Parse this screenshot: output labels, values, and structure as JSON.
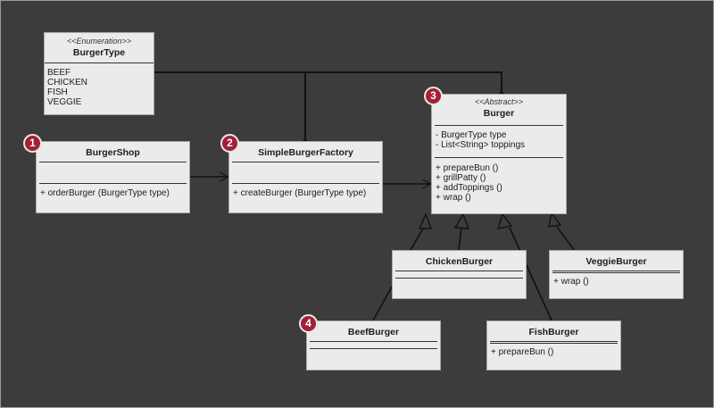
{
  "classes": {
    "burger_type": {
      "stereotype": "<<Enumeration>>",
      "name": "BurgerType",
      "values": [
        "BEEF",
        "CHICKEN",
        "FISH",
        "VEGGIE"
      ]
    },
    "burger_shop": {
      "name": "BurgerShop",
      "methods": [
        "+ orderBurger (BurgerType type)"
      ]
    },
    "simple_factory": {
      "name": "SimpleBurgerFactory",
      "methods": [
        "+ createBurger (BurgerType type)"
      ]
    },
    "burger": {
      "stereotype": "<<Abstract>>",
      "name": "Burger",
      "attributes": [
        "- BurgerType type",
        "- List<String> toppings"
      ],
      "methods": [
        "+ prepareBun ()",
        "+ grillPatty ()",
        "+ addToppings ()",
        "+ wrap ()"
      ]
    },
    "chicken_burger": {
      "name": "ChickenBurger"
    },
    "veggie_burger": {
      "name": "VeggieBurger",
      "methods": [
        "+ wrap ()"
      ]
    },
    "beef_burger": {
      "name": "BeefBurger"
    },
    "fish_burger": {
      "name": "FishBurger",
      "methods": [
        "+ prepareBun ()"
      ]
    }
  },
  "badges": [
    "1",
    "2",
    "3",
    "4"
  ],
  "colors": {
    "background": "#3c3c3c",
    "box": "#ebebeb",
    "badge": "#a1203a",
    "edge": "#111111"
  }
}
